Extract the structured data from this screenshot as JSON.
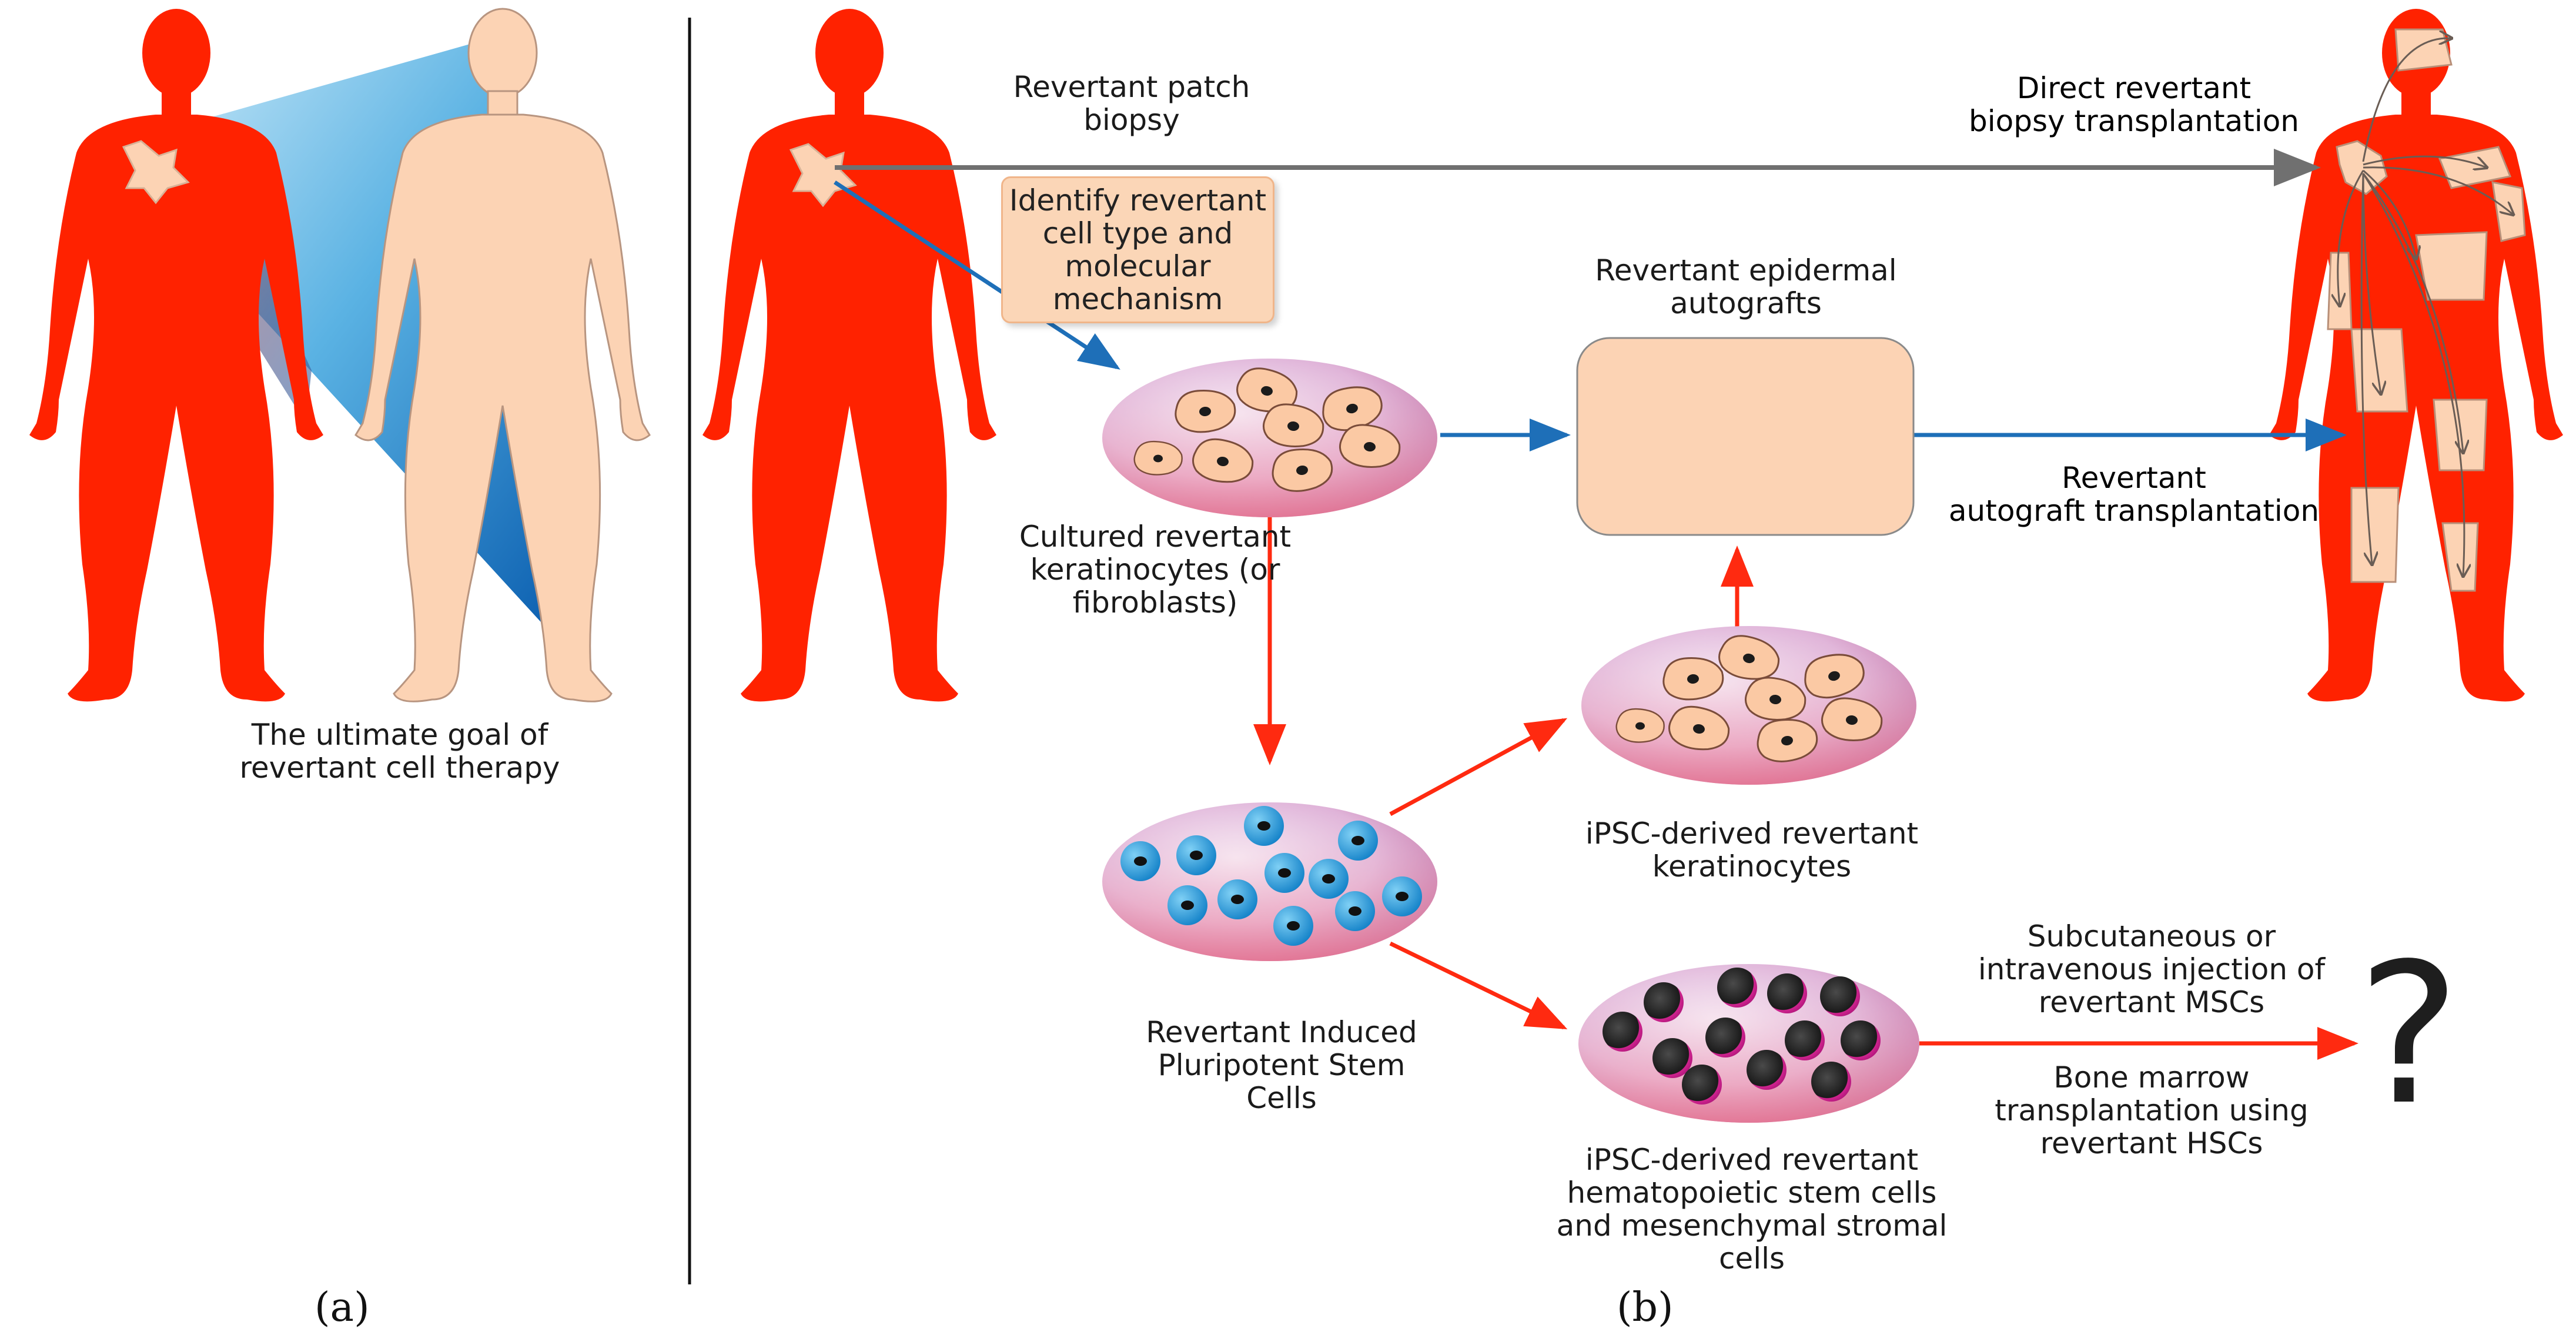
{
  "panel_a": {
    "caption": "The ultimate goal of\nrevertant cell therapy",
    "letter": "(a)"
  },
  "panel_b": {
    "letter": "(b)",
    "biopsy_label": "Revertant patch\nbiopsy",
    "identify_box": "Identify revertant\ncell type and\nmolecular\nmechanism",
    "direct_transplant": "Direct revertant\nbiopsy transplantation",
    "epidermal_autografts": "Revertant epidermal\nautografts",
    "autograft_transplant": "Revertant\nautograft transplantation",
    "cultured_cells": "Cultured revertant\nkeratinocytes (or\nfibroblasts)",
    "ipsc_keratinocytes": "iPSC-derived revertant\nkeratinocytes",
    "ipsc": "Revertant Induced\nPluripotent Stem\nCells",
    "ipsc_hsc_msc": "iPSC-derived revertant\nhematopoietic stem cells\nand mesenchymal stromal\ncells",
    "msc_injection": "Subcutaneous or\nintravenous injection of\nrevertant MSCs",
    "bone_marrow": "Bone marrow\ntransplantation using\nrevertant HSCs",
    "unknown_outcome": "?"
  },
  "colors": {
    "patient_red": "#ff2200",
    "skin_tone": "#fcd3b4",
    "arrow_blue": "#1e6fb8",
    "arrow_red": "#ff2a10",
    "arrow_gray": "#707070",
    "stem_cell_blue": "#1f9de0",
    "stem_cell_purple": "#c8208a"
  }
}
